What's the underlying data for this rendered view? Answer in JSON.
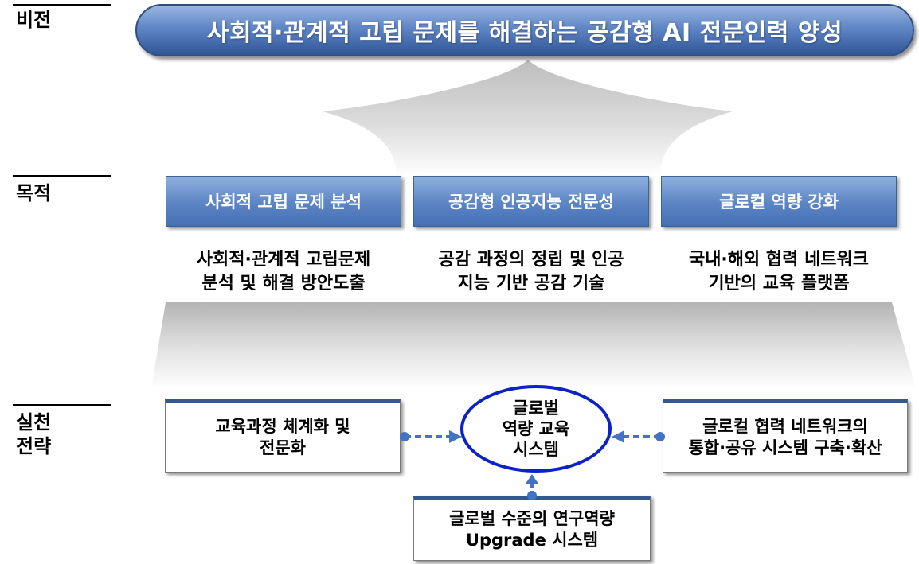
{
  "sections": {
    "vision": "비전",
    "purpose": "목적",
    "strategy": "실천\n전략"
  },
  "vision_text": "사회적·관계적 고립 문제를 해결하는 공감형 AI 전문인력 양성",
  "purposes": [
    {
      "title": "사회적 고립 문제 분석",
      "desc1": "사회적·관계적 고립문제",
      "desc2": "분석 및 해결 방안도출"
    },
    {
      "title": "공감형 인공지능 전문성",
      "desc1": "공감 과정의 정립 및 인공",
      "desc2": "지능 기반 공감 기술"
    },
    {
      "title": "글로컬 역량 강화",
      "desc1": "국내·해외 협력 네트워크",
      "desc2": "기반의 교육 플랫폼"
    }
  ],
  "strategies": {
    "left": "교육과정 체계화 및\n전문화",
    "center": "글로벌\n역량 교육\n시스템",
    "right": "글로컬 협력 네트워크의\n통합·공유 시스템 구축·확산",
    "bottom": "글로벌 수준의 연구역량\nUpgrade 시스템"
  },
  "colors": {
    "banner": "#2f5597",
    "purpose_box": "#5b84c4",
    "strategy_border": "#34588f",
    "ellipse_border": "#0b22c8",
    "arrow": "#4472c4"
  }
}
